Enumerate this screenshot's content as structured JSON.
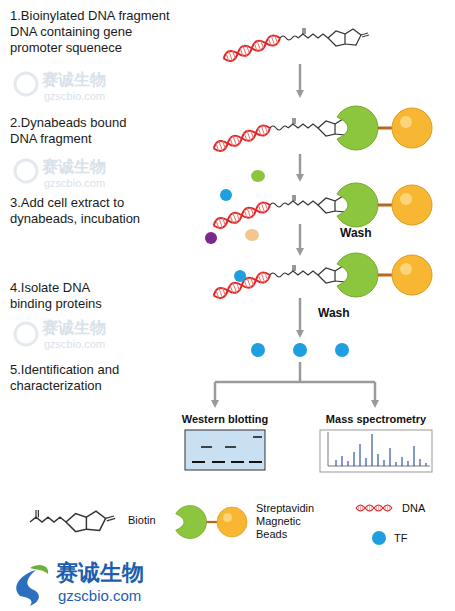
{
  "diagram": {
    "nodes": [
      {
        "text": [
          "Western blotting"
        ]
      },
      {
        "text": [
          "Mass spectrometry"
        ]
      }
    ],
    "labels": [
      "1.Bioinylated DNA fragment DNA containing gene promoter squenece",
      "2.Dynabeads bound DNA fragment",
      "3.Add cell extract to dynabeads, incubation",
      "4.Isolate DNA binding proteins",
      "5.Identification and characterization",
      "Wash",
      "Wash",
      "赛诚生物",
      "gzscbio.com",
      "赛诚生物",
      "gzscbio.com",
      "赛诚生物",
      "gzscbio.com",
      "赛诚生物",
      "gzscbio.com"
    ],
    "legend": [
      {
        "text": "Biotin"
      },
      {
        "text": "Streptavidin Magnetic Beads"
      },
      {
        "text": "DNA"
      },
      {
        "text": "TF",
        "color": "#1e9fe0"
      }
    ]
  }
}
